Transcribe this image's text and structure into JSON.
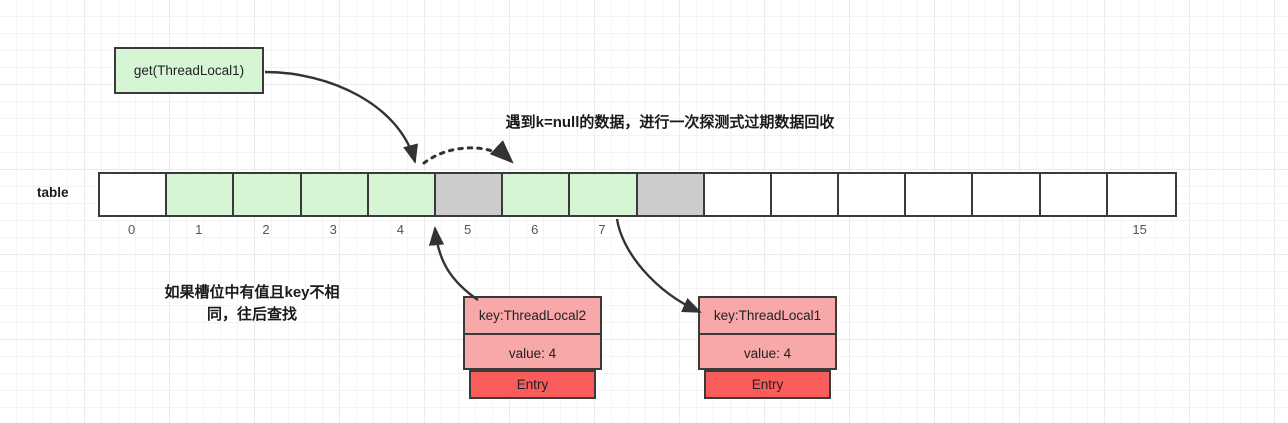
{
  "diagram": {
    "title_note_top": "遇到k=null的数据，进行一次探测式过期数据回收",
    "note_left_line1": "如果槽位中有值且key不相",
    "note_left_line2": "同，往后查找",
    "get_box_label": "get(ThreadLocal1)",
    "table_label": "table",
    "colors": {
      "green": "#d5f5d5",
      "gray": "#cccccc",
      "white": "#ffffff",
      "entry_header": "#f8a8a8",
      "entry_footer": "#fa5b5b",
      "stroke": "#3a3a3a"
    },
    "table": {
      "cells": [
        {
          "index": "0",
          "state": "white",
          "label": "0"
        },
        {
          "index": "1",
          "state": "green",
          "label": "1"
        },
        {
          "index": "2",
          "state": "green",
          "label": "2"
        },
        {
          "index": "3",
          "state": "green",
          "label": "3"
        },
        {
          "index": "4",
          "state": "green",
          "label": "4"
        },
        {
          "index": "5",
          "state": "gray",
          "label": "5"
        },
        {
          "index": "6",
          "state": "green",
          "label": "6"
        },
        {
          "index": "7",
          "state": "green",
          "label": "7"
        },
        {
          "index": "8",
          "state": "gray",
          "label": ""
        },
        {
          "index": "9",
          "state": "white",
          "label": ""
        },
        {
          "index": "10",
          "state": "white",
          "label": ""
        },
        {
          "index": "11",
          "state": "white",
          "label": ""
        },
        {
          "index": "12",
          "state": "white",
          "label": ""
        },
        {
          "index": "13",
          "state": "white",
          "label": ""
        },
        {
          "index": "14",
          "state": "white",
          "label": ""
        },
        {
          "index": "15",
          "state": "white",
          "label": "15"
        }
      ]
    },
    "entries": [
      {
        "key": "key:ThreadLocal2",
        "value": "value: 4",
        "footer": "Entry"
      },
      {
        "key": "key:ThreadLocal1",
        "value": "value: 4",
        "footer": "Entry"
      }
    ]
  }
}
